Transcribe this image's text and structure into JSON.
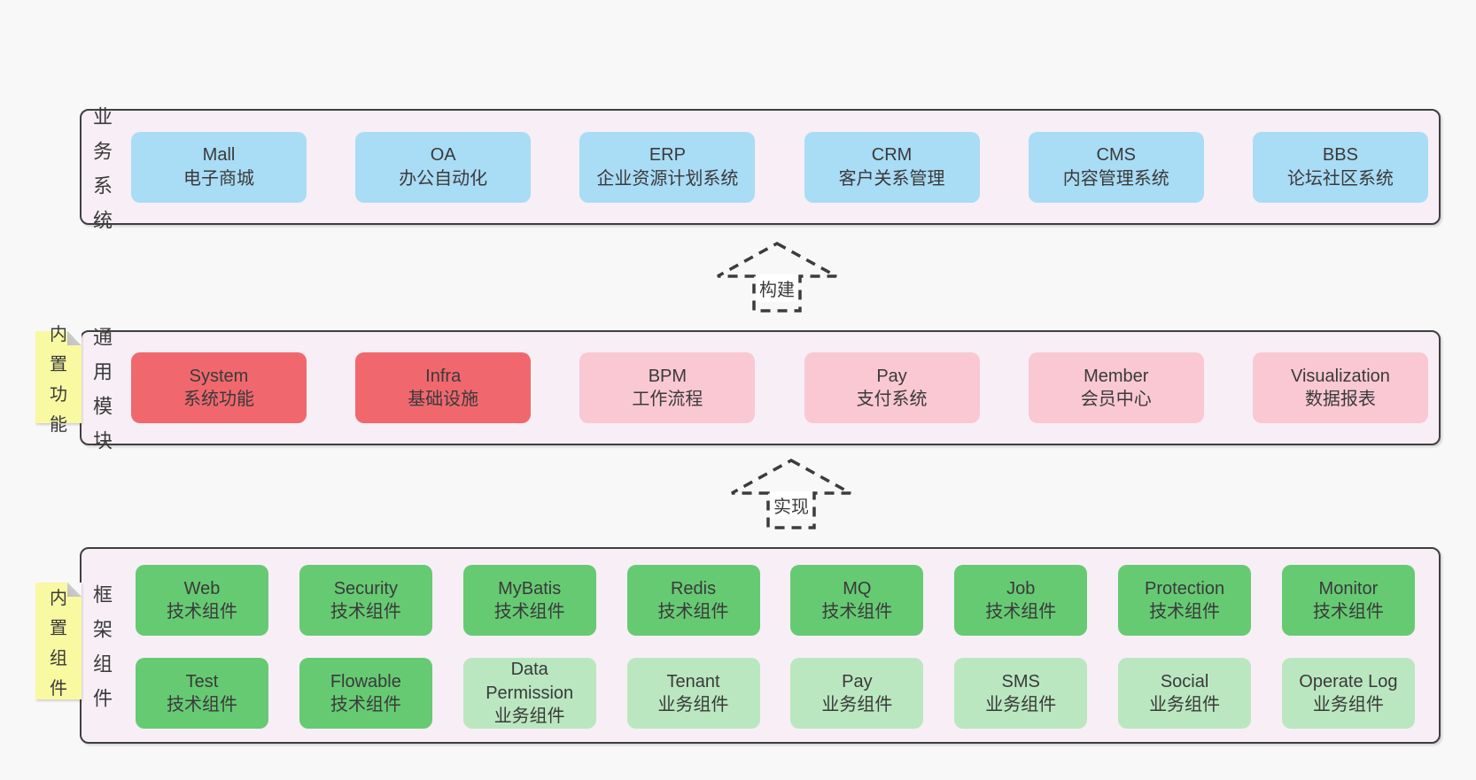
{
  "palette": {
    "page_bg": "#f8f8f8",
    "layer_bg": "#f8eef6",
    "layer_border": "#3f3f3f",
    "blue_box": "#a9dcf5",
    "red_box": "#f0686e",
    "pink_box": "#f9c8d3",
    "green_box": "#66ca73",
    "light_green_box": "#bae7c0",
    "tag_yellow": "#f9f9a2",
    "text": "#3a3a3a"
  },
  "arrows": [
    {
      "label": "构建"
    },
    {
      "label": "实现"
    }
  ],
  "layers": [
    {
      "id": "business-systems",
      "label": "业务系统",
      "boxes": [
        {
          "title": "Mall",
          "subtitle": "电子商城",
          "type": "blue"
        },
        {
          "title": "OA",
          "subtitle": "办公自动化",
          "type": "blue"
        },
        {
          "title": "ERP",
          "subtitle": "企业资源计划系统",
          "type": "blue"
        },
        {
          "title": "CRM",
          "subtitle": "客户关系管理",
          "type": "blue"
        },
        {
          "title": "CMS",
          "subtitle": "内容管理系统",
          "type": "blue"
        },
        {
          "title": "BBS",
          "subtitle": "论坛社区系统",
          "type": "blue"
        }
      ]
    },
    {
      "id": "common-modules",
      "label": "通用模块",
      "tag": "内置功能",
      "boxes": [
        {
          "title": "System",
          "subtitle": "系统功能",
          "type": "red"
        },
        {
          "title": "Infra",
          "subtitle": "基础设施",
          "type": "red"
        },
        {
          "title": "BPM",
          "subtitle": "工作流程",
          "type": "pink"
        },
        {
          "title": "Pay",
          "subtitle": "支付系统",
          "type": "pink"
        },
        {
          "title": "Member",
          "subtitle": "会员中心",
          "type": "pink"
        },
        {
          "title": "Visualization",
          "subtitle": "数据报表",
          "type": "pink"
        }
      ]
    },
    {
      "id": "framework-components",
      "label": "框架组件",
      "tag": "内置组件",
      "rows": [
        [
          {
            "title": "Web",
            "subtitle": "技术组件",
            "type": "green"
          },
          {
            "title": "Security",
            "subtitle": "技术组件",
            "type": "green"
          },
          {
            "title": "MyBatis",
            "subtitle": "技术组件",
            "type": "green"
          },
          {
            "title": "Redis",
            "subtitle": "技术组件",
            "type": "green"
          },
          {
            "title": "MQ",
            "subtitle": "技术组件",
            "type": "green"
          },
          {
            "title": "Job",
            "subtitle": "技术组件",
            "type": "green"
          },
          {
            "title": "Protection",
            "subtitle": "技术组件",
            "type": "green"
          },
          {
            "title": "Monitor",
            "subtitle": "技术组件",
            "type": "green"
          }
        ],
        [
          {
            "title": "Test",
            "subtitle": "技术组件",
            "type": "green"
          },
          {
            "title": "Flowable",
            "subtitle": "技术组件",
            "type": "green"
          },
          {
            "title": "Data Permission",
            "subtitle": "业务组件",
            "type": "lightgreen"
          },
          {
            "title": "Tenant",
            "subtitle": "业务组件",
            "type": "lightgreen"
          },
          {
            "title": "Pay",
            "subtitle": "业务组件",
            "type": "lightgreen"
          },
          {
            "title": "SMS",
            "subtitle": "业务组件",
            "type": "lightgreen"
          },
          {
            "title": "Social",
            "subtitle": "业务组件",
            "type": "lightgreen"
          },
          {
            "title": "Operate Log",
            "subtitle": "业务组件",
            "type": "lightgreen"
          }
        ]
      ]
    }
  ]
}
